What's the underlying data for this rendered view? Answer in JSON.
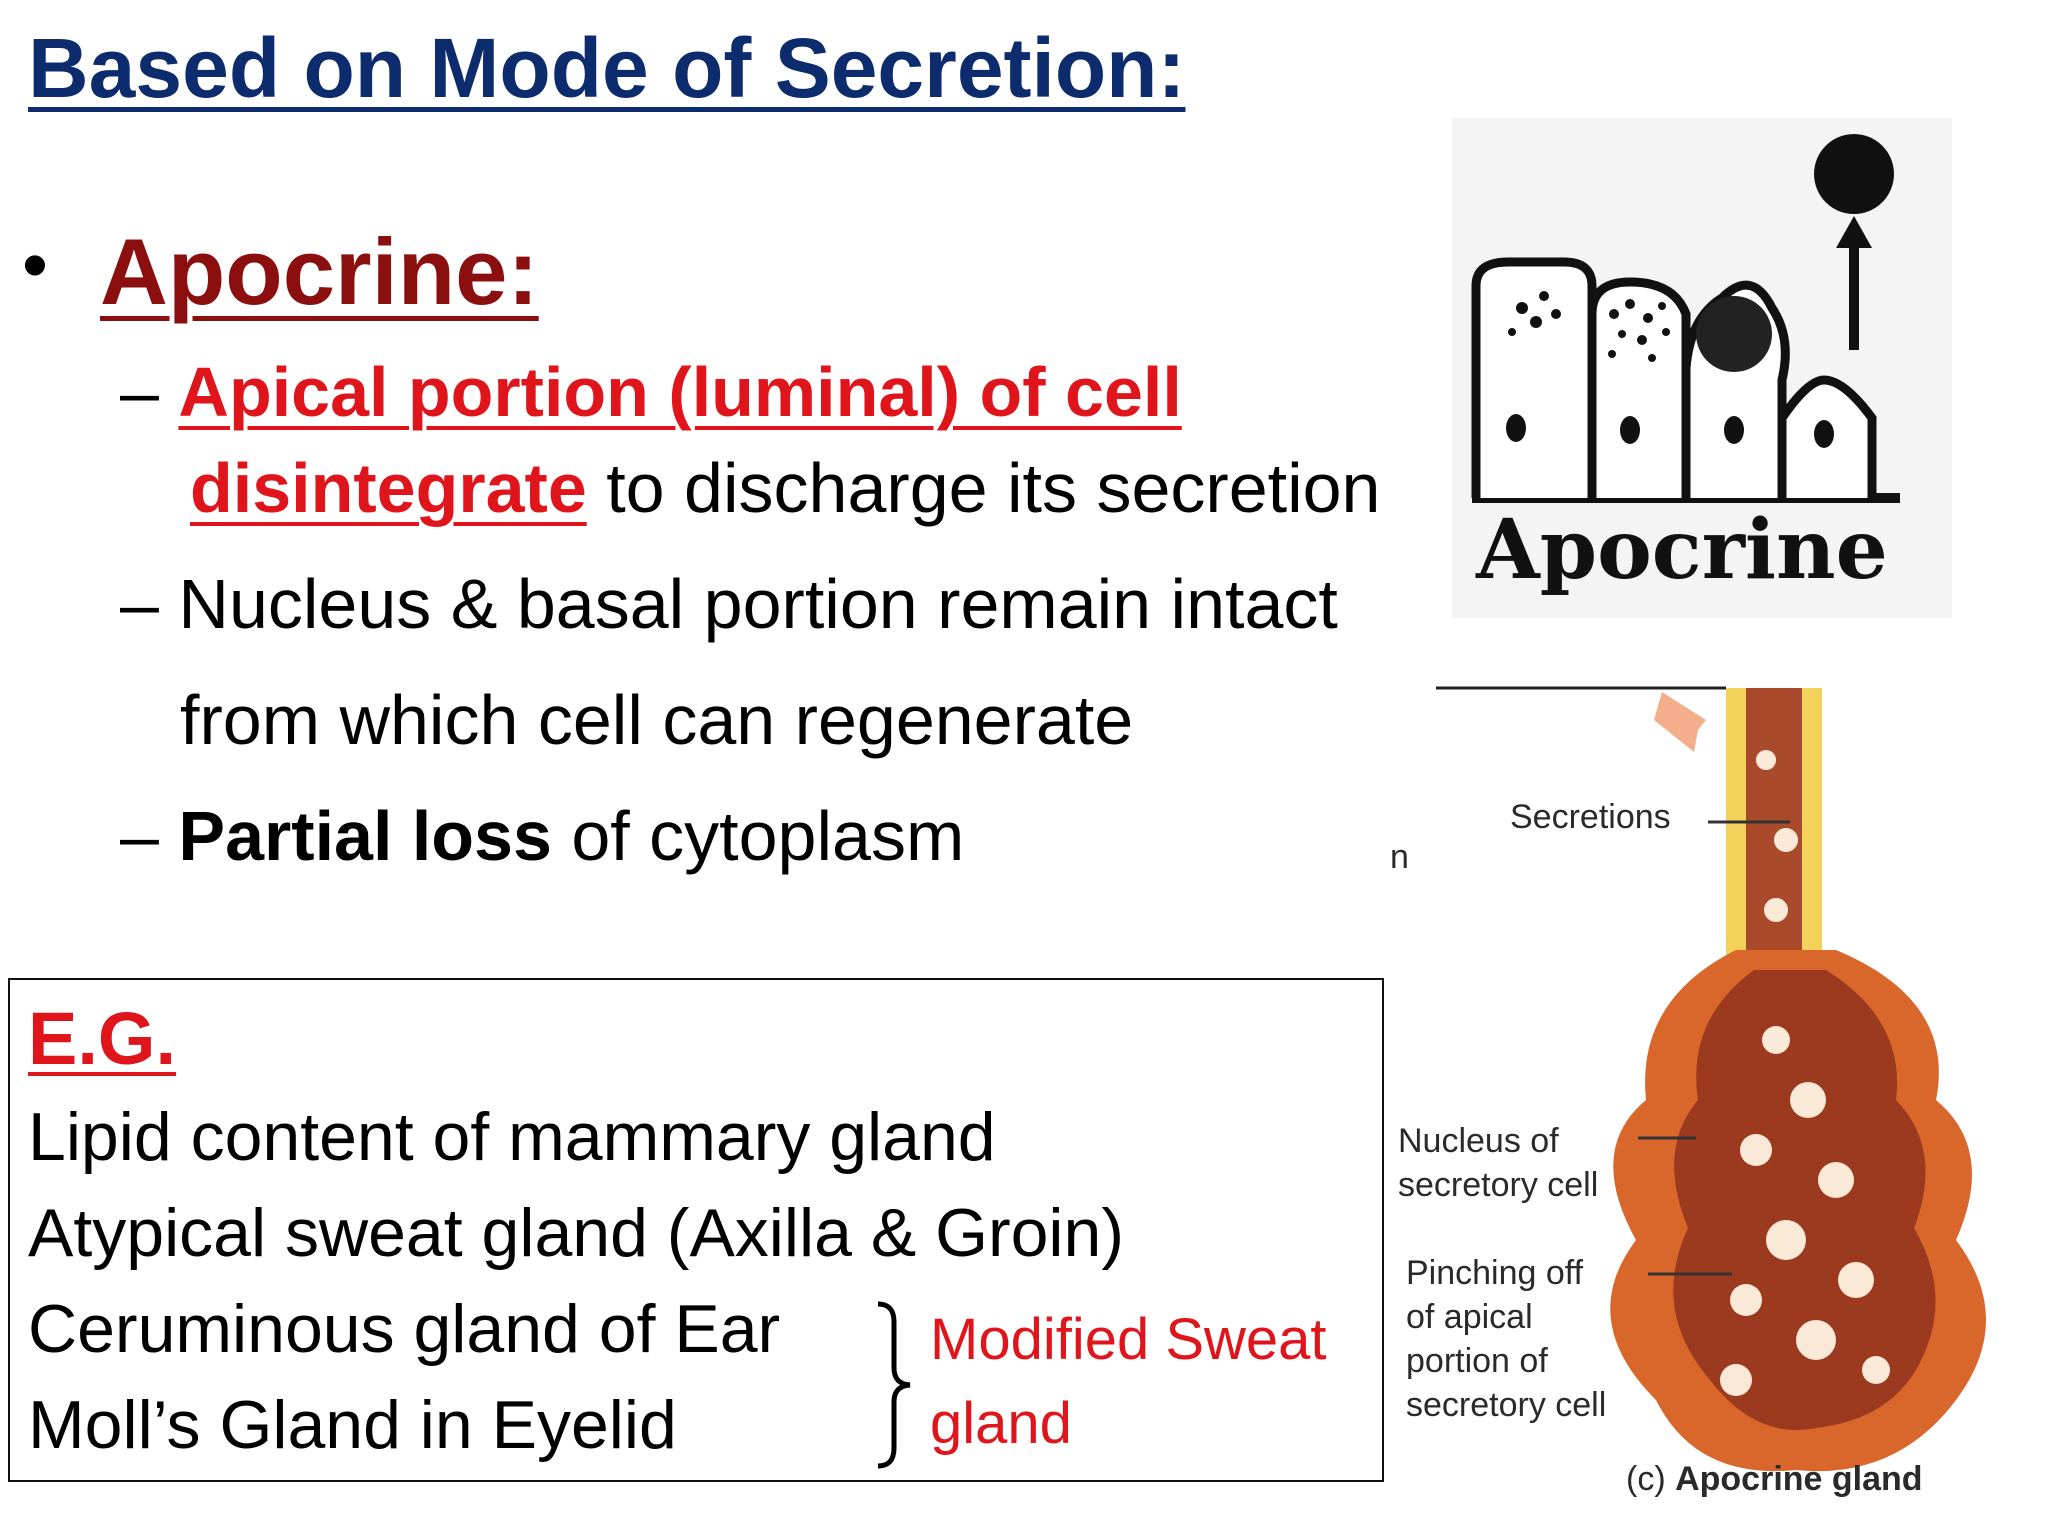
{
  "title": "Based on Mode of Secretion:",
  "bullet": {
    "heading": "Apocrine:",
    "points": [
      {
        "dash": "–",
        "red_text_1": "Apical portion (luminal) of cell",
        "red_text_2": "disintegrate",
        "rest": " to discharge its secretion"
      },
      {
        "dash": "–",
        "text": "Nucleus & basal portion remain intact",
        "cont": "from which cell can regenerate"
      },
      {
        "dash": "–",
        "bold": "Partial loss",
        "rest": " of cytoplasm"
      }
    ]
  },
  "examples": {
    "title": "E.G.",
    "items": [
      "Lipid content of mammary gland",
      "Atypical sweat gland (Axilla & Groin)",
      "Ceruminous gland of Ear",
      "Moll’s Gland in Eyelid"
    ],
    "brace_note_1": "Modified Sweat",
    "brace_note_2": "gland"
  },
  "top_figure": {
    "label": "Apocrine"
  },
  "bottom_figure": {
    "stray_text": "n",
    "labels": {
      "secretions": "Secretions",
      "nucleus_1": "Nucleus of",
      "nucleus_2": "secretory cell",
      "pinch_1": "Pinching off",
      "pinch_2": "of apical",
      "pinch_3": "portion of",
      "pinch_4": "secretory cell"
    },
    "caption_prefix": "(c) ",
    "caption": "Apocrine gland"
  },
  "colors": {
    "title_blue": "#0d2c6e",
    "heading_maroon": "#8b0f0f",
    "accent_red": "#e0141b",
    "gland_orange": "#d9662a"
  }
}
